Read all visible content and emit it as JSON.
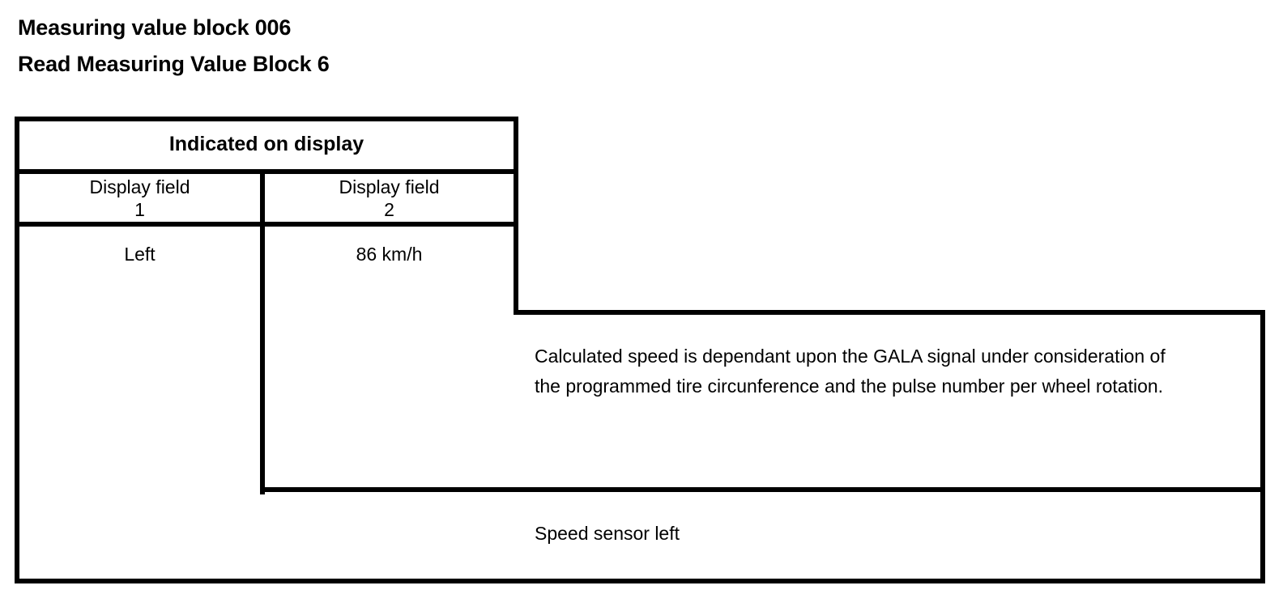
{
  "heading": {
    "line1": "Measuring value block 006",
    "line2": "Read Measuring Value Block 6"
  },
  "table": {
    "group_header": "Indicated on display",
    "column_headers": [
      {
        "label": "Display field",
        "number": "1"
      },
      {
        "label": "Display field",
        "number": "2"
      }
    ],
    "values": [
      "Left",
      "86 km/h"
    ],
    "description": "Calculated speed is dependant upon the GALA signal under consideration of the programmed tire circunference and the pulse number per wheel rotation.",
    "footer_label": "Speed sensor left"
  },
  "colors": {
    "ink": "#000000",
    "paper": "#ffffff"
  }
}
